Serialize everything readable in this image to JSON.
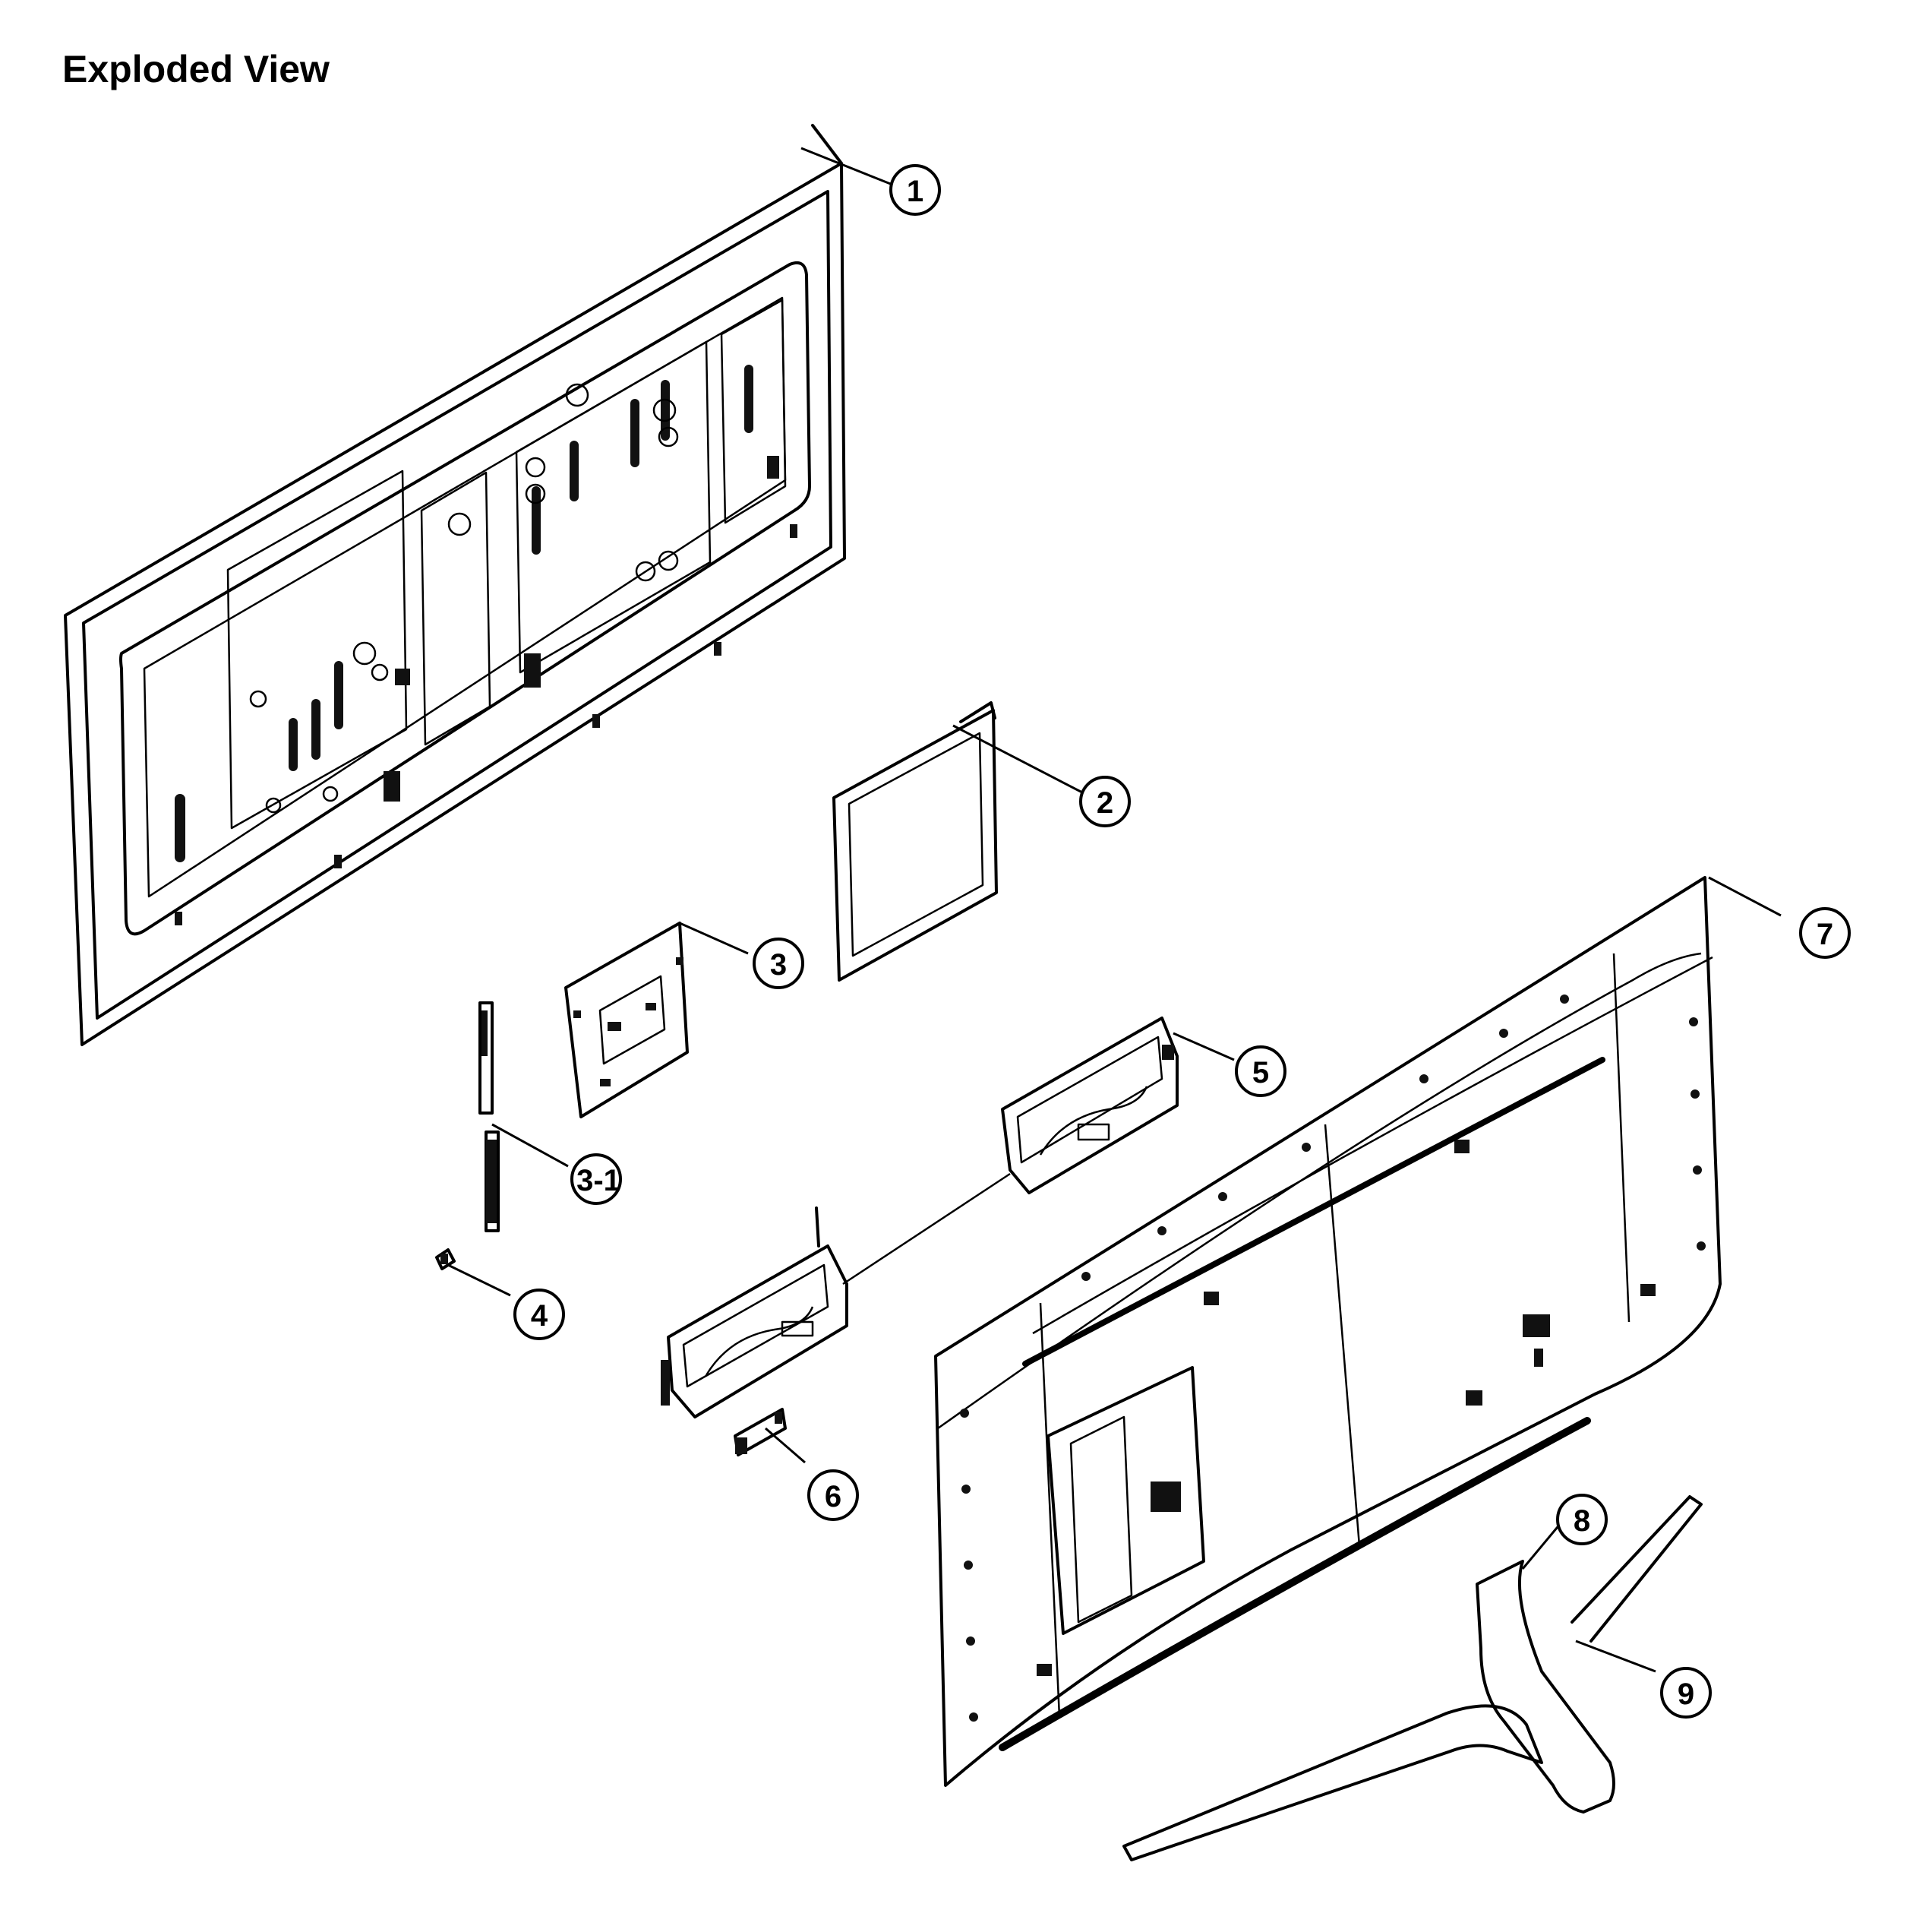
{
  "title": "Exploded View",
  "callouts": {
    "c1": "1",
    "c2": "2",
    "c3": "3",
    "c3_1": "3-1",
    "c4": "4",
    "c5": "5",
    "c6": "6",
    "c7": "7",
    "c8": "8",
    "c9": "9"
  }
}
